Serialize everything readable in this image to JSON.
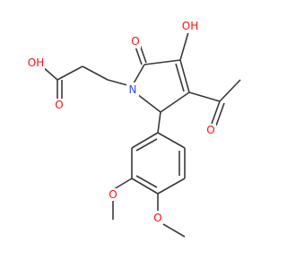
{
  "colors": {
    "bond": "#3a3a3a",
    "oxygen": "#ff0d0d",
    "nitrogen": "#3050f8",
    "background": "#ffffff"
  },
  "atom_labels": {
    "acid_hydroxyl": "OH",
    "acid_carbonyl_o": "O",
    "ring_nitrogen": "N",
    "lactam_carbonyl_o": "O",
    "enol_hydroxyl": "OH",
    "acetyl_carbonyl_o": "O",
    "methoxy_3_o": "O",
    "methoxy_4_o": "O"
  }
}
